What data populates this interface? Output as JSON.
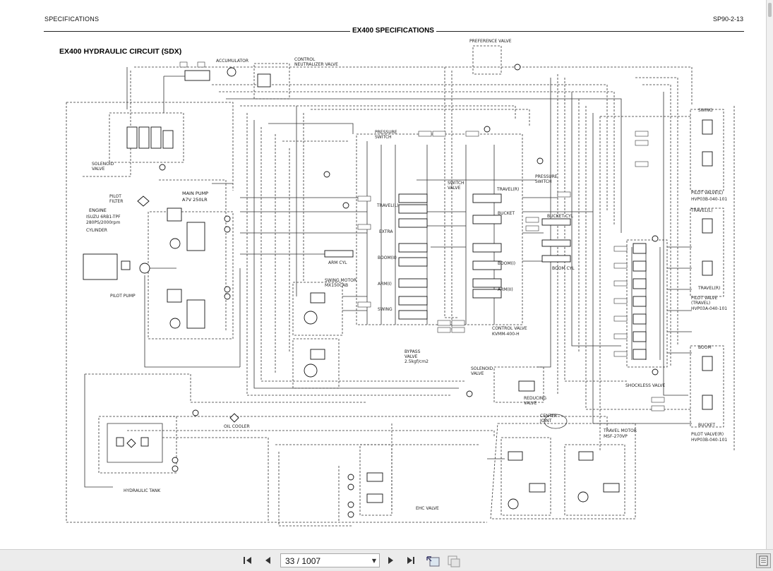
{
  "document": {
    "header_left": "SPECIFICATIONS",
    "header_right": "SP90-2-13",
    "header_center": "EX400 SPECIFICATIONS",
    "diagram_title": "EX400  HYDRAULIC CIRCUIT  (SDX)"
  },
  "diagram_labels": {
    "accumulator": "ACCUMULATOR",
    "control_neutralizer_1": "CONTROL",
    "control_neutralizer_2": "NEUTRALIZER VALVE",
    "preference_valve": "PREFERENCE VALVE",
    "solenoid_valve_1": "SOLENOID",
    "solenoid_valve_2": "VALVE",
    "pilot_filter_1": "PILOT",
    "pilot_filter_2": "FILTER",
    "main_pump_1": "MAIN PUMP",
    "main_pump_2": "A7V 250LR",
    "engine": "ENGINE",
    "engine_model": "ISUZU 6RB1-TPF",
    "engine_power": "280PS/2000rpm",
    "cylinder": "CYLINDER",
    "pilot_pump": "PILOT PUMP",
    "pressure_switch_1": "PRESSURE",
    "pressure_switch_2": "SWITCH",
    "switch_valve_1": "SWITCH",
    "switch_valve_2": "VALVE",
    "travel_l": "TRAVEL(L)",
    "travel_r": "TRAVEL(R)",
    "extra": "EXTRA",
    "bucket": "BUCKET",
    "bucket_cyl": "BUCKET CYL",
    "boom_ii": "BOOM(II)",
    "boom_i": "BOOM(I)",
    "boom_cyl": "BOOM CYL",
    "arm_cyl": "ARM CYL",
    "arm_i": "ARM(I)",
    "arm_ii": "ARM(II)",
    "swing": "SWING",
    "swing_motor_1": "SWING MOTOR",
    "swing_motor_2": "MX150CAB",
    "control_valve_1": "CONTROL VALVE",
    "control_valve_2": "KVMM-400-H",
    "bypass_valve_1": "BYPASS",
    "bypass_valve_2": "VALVE",
    "bypass_valve_3": "2.5kgf/cm2",
    "solenoid_valve_b_1": "SOLENOID",
    "solenoid_valve_b_2": "VALVE",
    "reducing_valve_1": "REDUCING",
    "reducing_valve_2": "VALVE",
    "center_joint_1": "CENTER",
    "center_joint_2": "JOINT",
    "oil_cooler": "OIL COOLER",
    "hydraulic_tank": "HYDRAULIC TANK",
    "ehc_valve": "EHC VALVE",
    "travel_motor_1": "TRAVEL MOTOR",
    "travel_motor_2": "MSF-270VP",
    "shockless_valve": "SHOCKLESS VALVE",
    "pilot_valve_l_1": "PILOT VALVE(L)",
    "pilot_valve_l_2": "HVP03B-040-101",
    "pilot_valve_travel_1": "PILOT VALVE",
    "pilot_valve_travel_2": "(TRAVEL)",
    "pilot_valve_travel_3": "HVP03A-040-101",
    "pilot_valve_r_1": "PILOT VALVE(R)",
    "pilot_valve_r_2": "HVP03B-040-101",
    "swing_pv": "SWING",
    "boom_pv": "BOOM",
    "bucket_pv": "BUCKET",
    "travel_l_pv": "TRAVEL(L)",
    "travel_r_pv": "TRAVEL(R)"
  },
  "viewer": {
    "page_indicator": "33 / 1007",
    "first_page_icon": "first-page-icon",
    "prev_page_icon": "prev-page-icon",
    "next_page_icon": "next-page-icon",
    "last_page_icon": "last-page-icon",
    "dropdown_icon": "chevron-down-icon",
    "fit_icon": "fit-page-icon",
    "view_icon": "two-page-view-icon",
    "panel_icon": "side-panel-icon"
  }
}
